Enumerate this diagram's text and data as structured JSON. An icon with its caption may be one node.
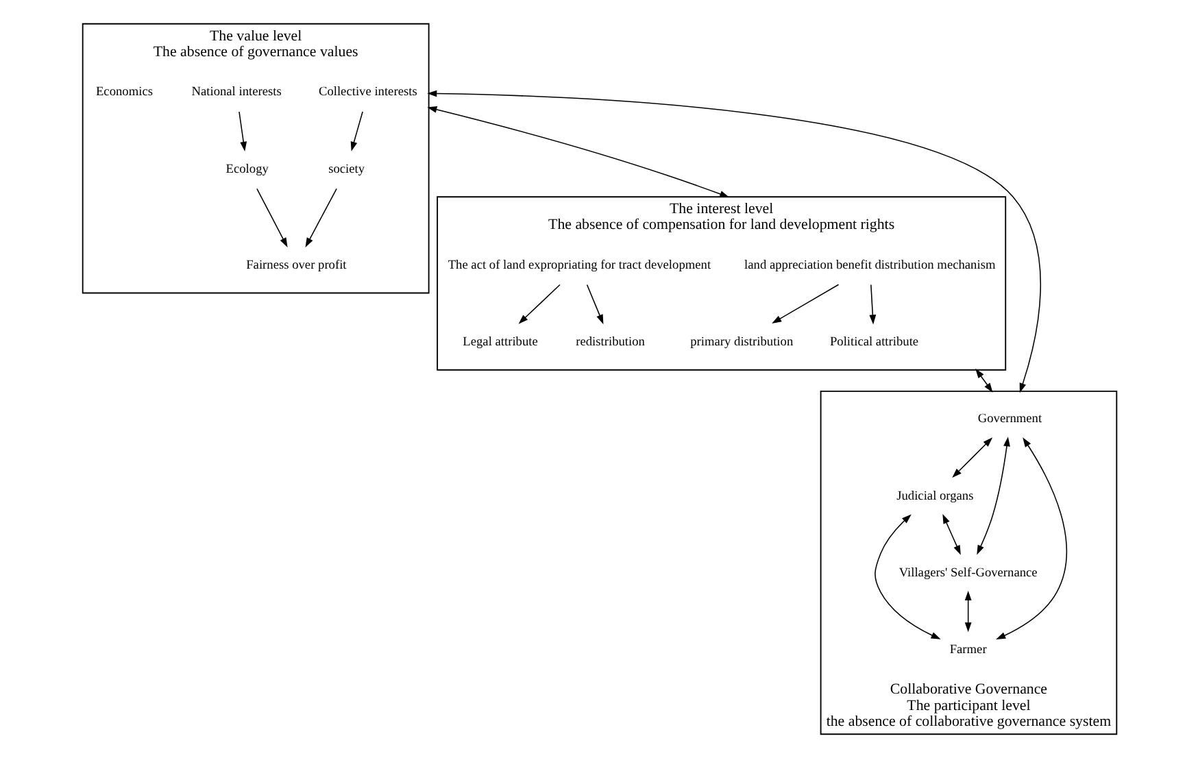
{
  "diagram": {
    "nodes": [
      {
        "text": [
          "The value level",
          "The absence of governance values"
        ]
      },
      {
        "text": [
          "Collective interests"
        ],
        "in": 0
      },
      {
        "text": [
          "National interests"
        ],
        "in": 0
      },
      {
        "text": [
          "society"
        ],
        "in": 0
      },
      {
        "text": [
          "Economics"
        ],
        "in": 0
      },
      {
        "text": [
          "Ecology"
        ],
        "in": 0
      },
      {
        "text": [
          "Fairness over profit"
        ],
        "in": 0
      },
      {
        "text": [
          "The interest level",
          "The absence of compensation for land development rights"
        ]
      },
      {
        "text": [
          "land appreciation benefit distribution mechanism"
        ],
        "in": 7
      },
      {
        "text": [
          "primary distribution"
        ],
        "in": 7
      },
      {
        "text": [
          "Legal attribute"
        ],
        "in": 7
      },
      {
        "text": [
          "Political attribute"
        ],
        "in": 7
      },
      {
        "text": [
          "redistribution"
        ],
        "in": 7
      },
      {
        "text": [
          "The act of land expropriating for tract development"
        ],
        "in": 7
      },
      {
        "text": [
          "Collaborative Governance",
          "The participant level",
          "the absence of collaborative governance system"
        ]
      },
      {
        "text": [
          "Government"
        ],
        "in": 14
      },
      {
        "text": [
          "Judicial organs"
        ],
        "in": 14
      },
      {
        "text": [
          "Villagers' Self-Governance"
        ],
        "in": 14
      },
      {
        "text": [
          "Farmer"
        ],
        "in": 14
      }
    ],
    "edges": [
      {
        "from": 1,
        "to": 3,
        "arrow": "to"
      },
      {
        "from": 2,
        "to": 5,
        "arrow": "to"
      },
      {
        "from": 3,
        "to": 6,
        "arrow": "to"
      },
      {
        "from": 5,
        "to": 6,
        "arrow": "to"
      },
      {
        "from": 8,
        "to": 9,
        "arrow": "to"
      },
      {
        "from": 8,
        "to": 11,
        "arrow": "to"
      },
      {
        "from": 13,
        "to": 10,
        "arrow": "to"
      },
      {
        "from": 13,
        "to": 12,
        "arrow": "to"
      },
      {
        "from": 0,
        "to": 7,
        "arrow": "both"
      },
      {
        "from": 0,
        "to": 14,
        "arrow": "both"
      },
      {
        "from": 7,
        "to": 14,
        "arrow": "both"
      },
      {
        "from": 15,
        "to": 16,
        "arrow": "both"
      },
      {
        "from": 15,
        "to": 17,
        "arrow": "both"
      },
      {
        "from": 16,
        "to": 18,
        "arrow": "both"
      },
      {
        "from": 17,
        "to": 18,
        "arrow": "both"
      },
      {
        "from": 15,
        "to": 18,
        "arrow": "both"
      },
      {
        "from": 16,
        "to": 17,
        "arrow": "both"
      }
    ]
  }
}
